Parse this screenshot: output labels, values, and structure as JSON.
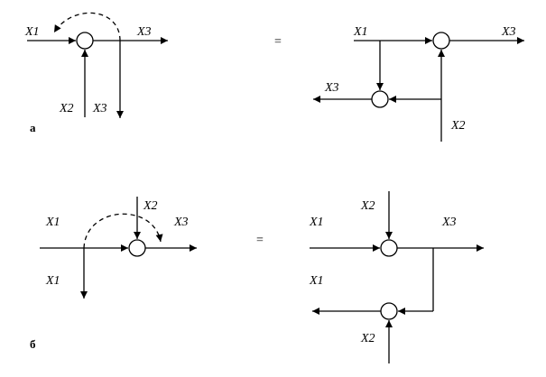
{
  "labels": {
    "x1": "X1",
    "x2": "X2",
    "x3": "X3"
  },
  "equals": "=",
  "part_a": "а",
  "part_b": "б"
}
